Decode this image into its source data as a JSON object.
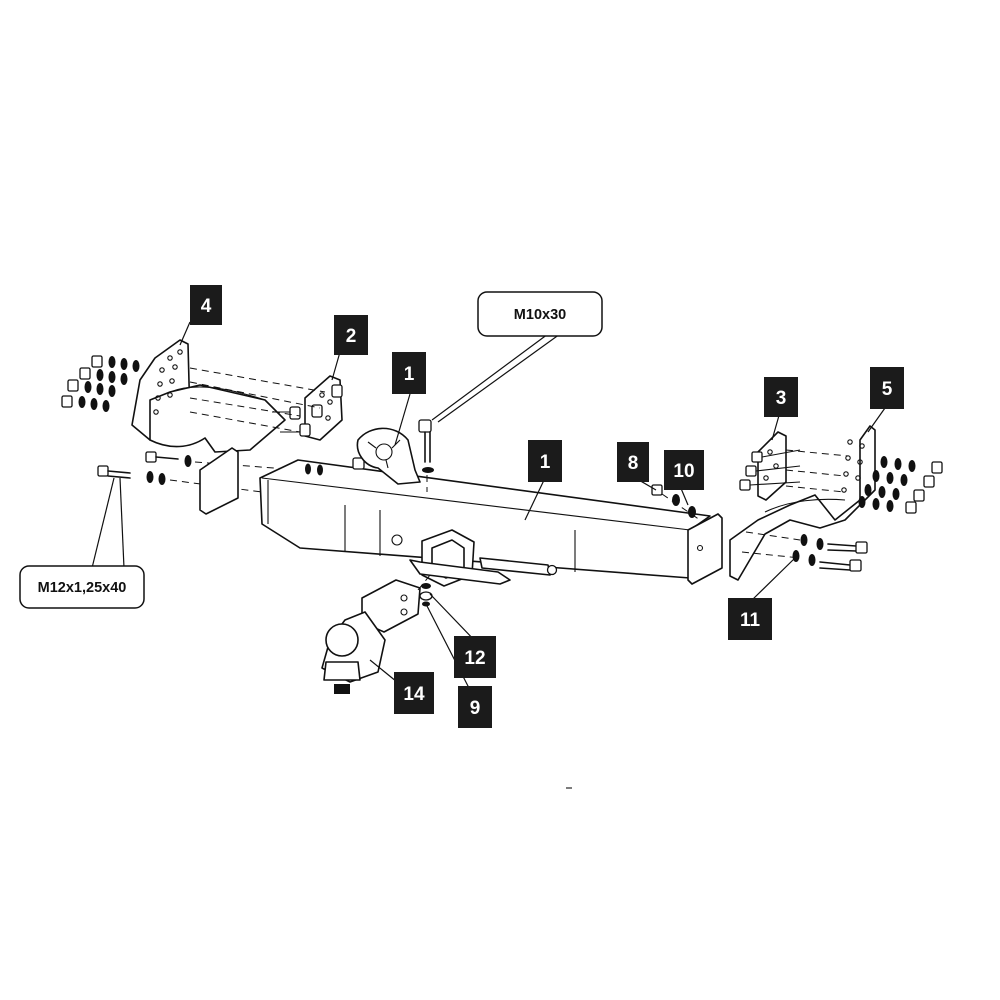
{
  "callouts": {
    "c1a": "1",
    "c1b": "1",
    "c2": "2",
    "c3": "3",
    "c4": "4",
    "c5": "5",
    "c8": "8",
    "c9": "9",
    "c10": "10",
    "c11": "11",
    "c12": "12",
    "c14": "14"
  },
  "specs": {
    "top_bolt": "M10x30",
    "side_bolt": "M12x1,25x40"
  },
  "colors": {
    "badge": "#1b1b1b",
    "line": "#111111",
    "background": "#ffffff"
  }
}
